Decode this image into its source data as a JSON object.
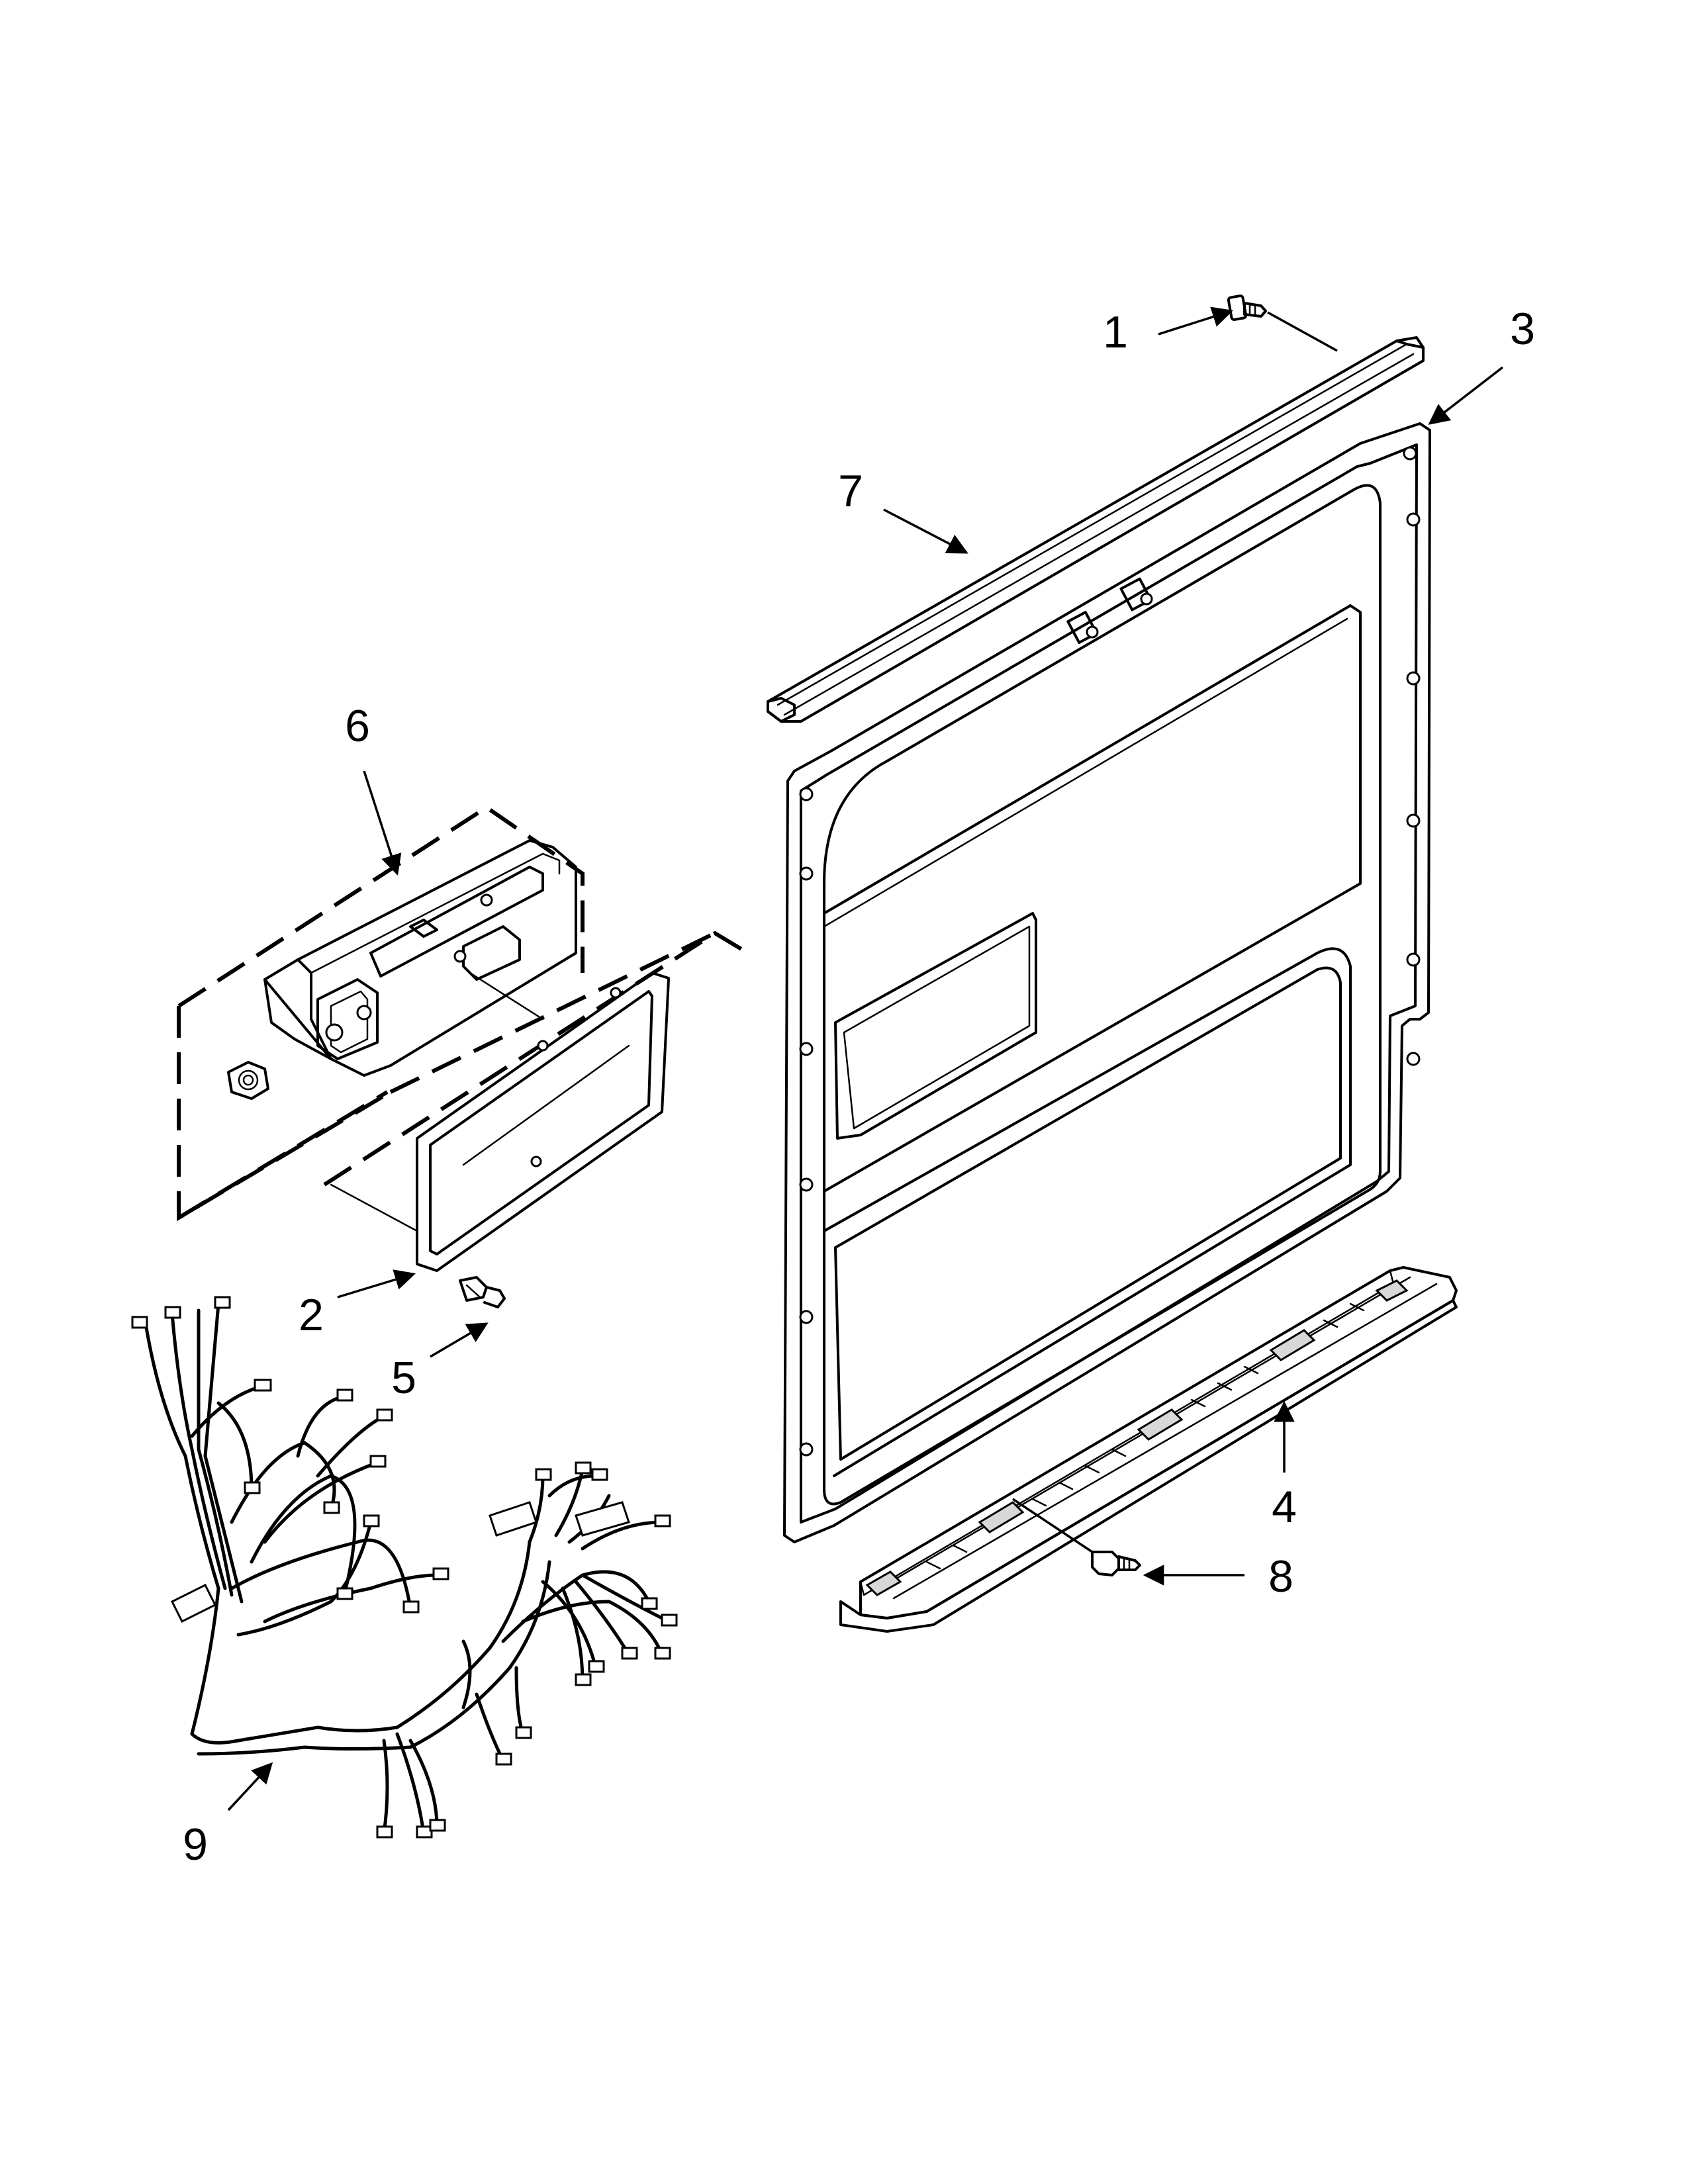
{
  "callouts": [
    {
      "id": "1",
      "label": "1"
    },
    {
      "id": "2",
      "label": "2"
    },
    {
      "id": "3",
      "label": "3"
    },
    {
      "id": "4",
      "label": "4"
    },
    {
      "id": "5",
      "label": "5"
    },
    {
      "id": "6",
      "label": "6"
    },
    {
      "id": "7",
      "label": "7"
    },
    {
      "id": "8",
      "label": "8"
    },
    {
      "id": "9",
      "label": "9"
    }
  ],
  "colors": {
    "ink": "#000000",
    "paper": "#ffffff",
    "shade": "#d8d8d8"
  }
}
